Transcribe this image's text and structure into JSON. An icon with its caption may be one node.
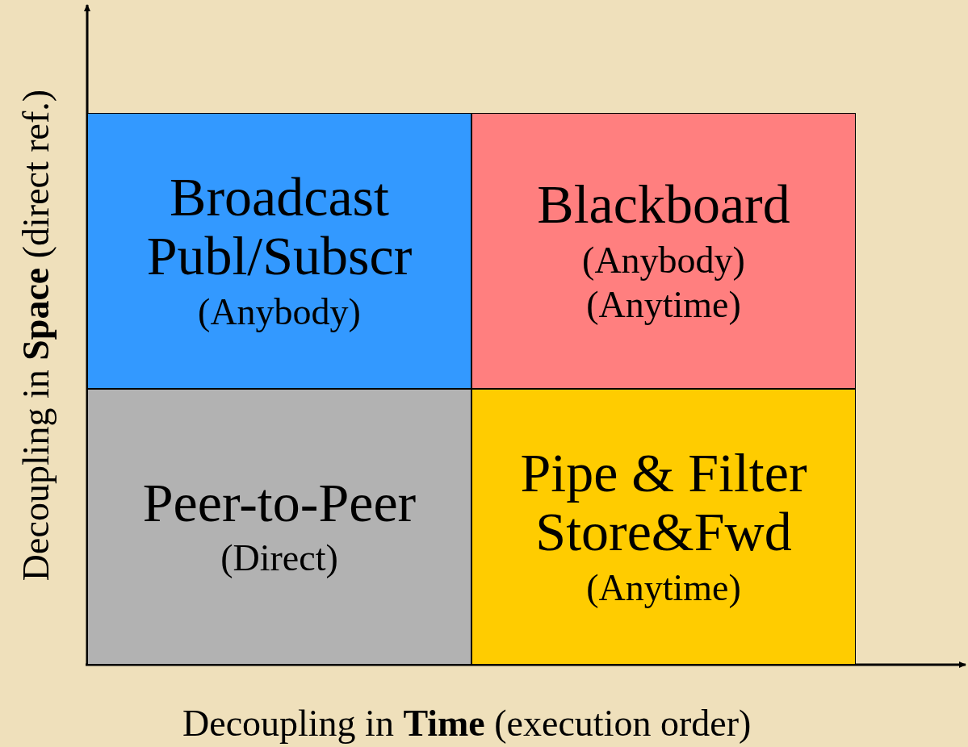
{
  "diagram": {
    "nodes": [
      {
        "text": [
          "Broadcast Publ/Subscr",
          "(Anybody)"
        ]
      },
      {
        "text": [
          "Blackboard",
          "(Anybody) (Anytime)"
        ]
      },
      {
        "text": [
          "Peer-to-Peer",
          "(Direct)"
        ]
      },
      {
        "text": [
          "Pipe & Filter Store&Fwd",
          "(Anytime)"
        ]
      }
    ],
    "labels": [
      "Decoupling in **Space** (direct ref.)",
      "Decoupling in **Time** (execution order)"
    ]
  }
}
